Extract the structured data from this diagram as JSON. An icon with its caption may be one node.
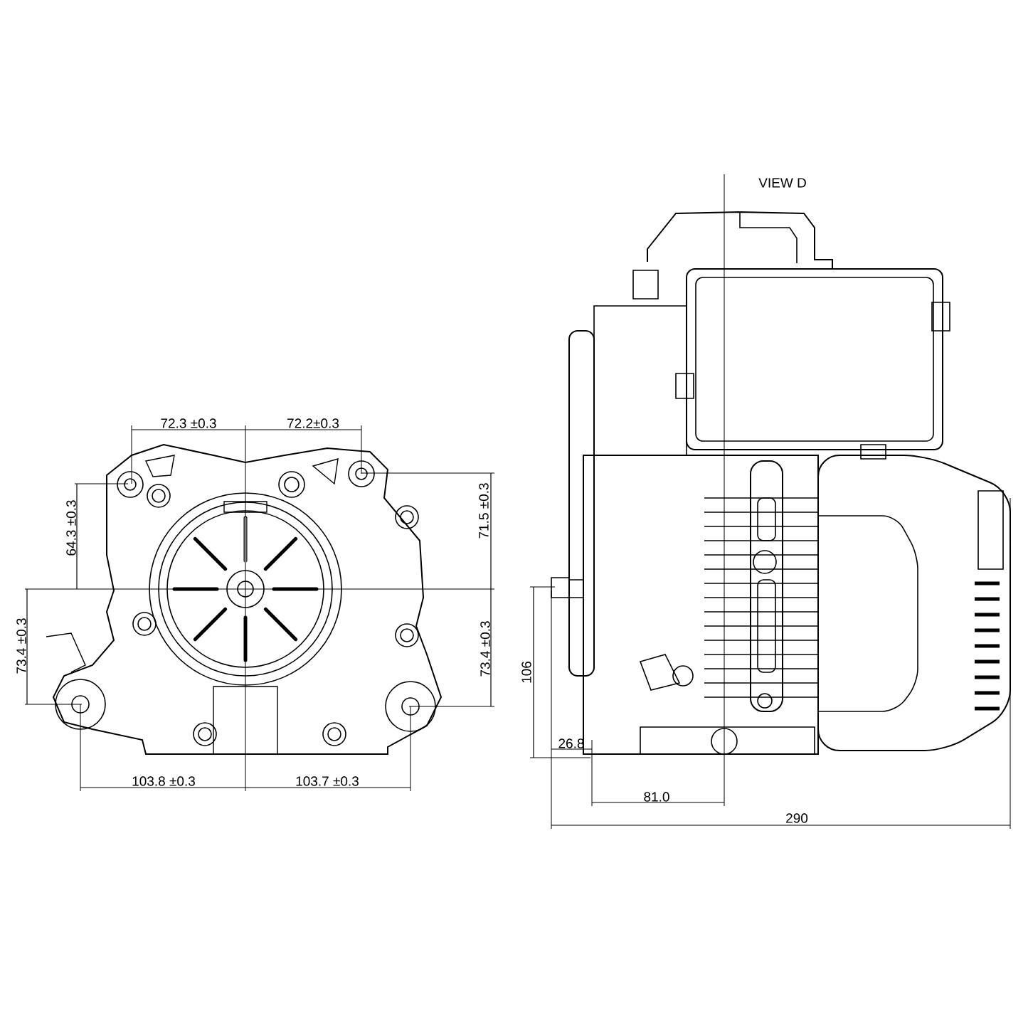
{
  "diagram": {
    "labels": [
      "VIEW D",
      "72.3 ±0.3",
      "72.2±0.3",
      "64.3 ±0.3",
      "71.5 ±0.3",
      "73.4 ±0.3",
      "73.4 ±0.3",
      "106",
      "26.8",
      "103.8 ±0.3",
      "103.7 ±0.3",
      "81.0",
      "290"
    ]
  }
}
